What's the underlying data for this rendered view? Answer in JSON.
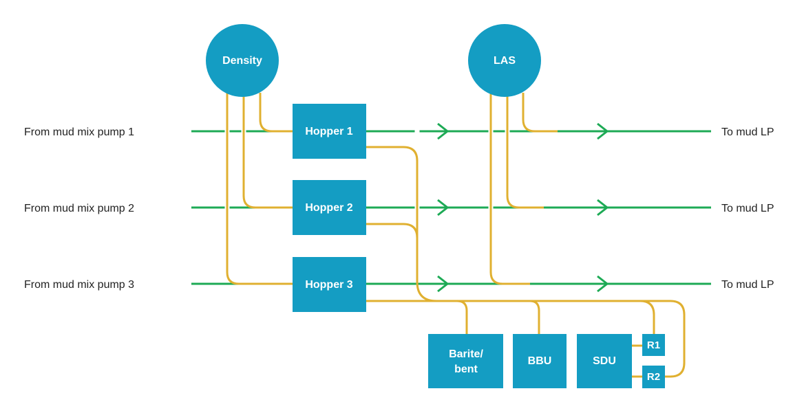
{
  "colors": {
    "node": "#149dc3",
    "flow_line": "#1daa55",
    "connector_line": "#e0b030",
    "label_text": "#222222"
  },
  "sources": [
    {
      "label": "From mud mix pump 1"
    },
    {
      "label": "From mud mix pump 2"
    },
    {
      "label": "From mud mix pump 3"
    }
  ],
  "destinations": [
    {
      "label": "To mud LP"
    },
    {
      "label": "To mud LP"
    },
    {
      "label": "To mud LP"
    }
  ],
  "sensors": {
    "density": "Density",
    "las": "LAS"
  },
  "hoppers": [
    {
      "label": "Hopper 1"
    },
    {
      "label": "Hopper 2"
    },
    {
      "label": "Hopper 3"
    }
  ],
  "units": {
    "barite_line1": "Barite/",
    "barite_line2": "bent",
    "bbu": "BBU",
    "sdu": "SDU",
    "r1": "R1",
    "r2": "R2"
  }
}
